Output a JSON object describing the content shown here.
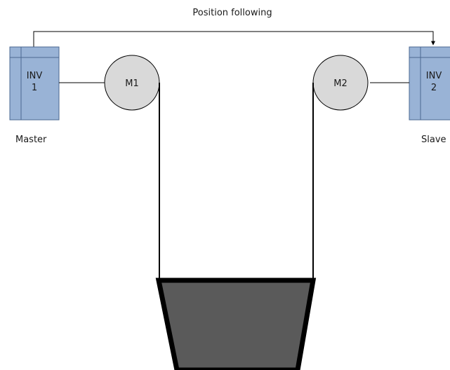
{
  "title": "Position following",
  "master": {
    "drive": {
      "line1": "INV",
      "line2": "1"
    },
    "motor": "M1",
    "role": "Master"
  },
  "slave": {
    "drive": {
      "line1": "INV",
      "line2": "2"
    },
    "motor": "M2",
    "role": "Slave"
  },
  "colors": {
    "drive_fill": "#99b3d6",
    "drive_stroke": "#4a6790",
    "motor_fill": "#d9d9d9",
    "load_fill": "#5a5a5a",
    "line": "#000000"
  }
}
